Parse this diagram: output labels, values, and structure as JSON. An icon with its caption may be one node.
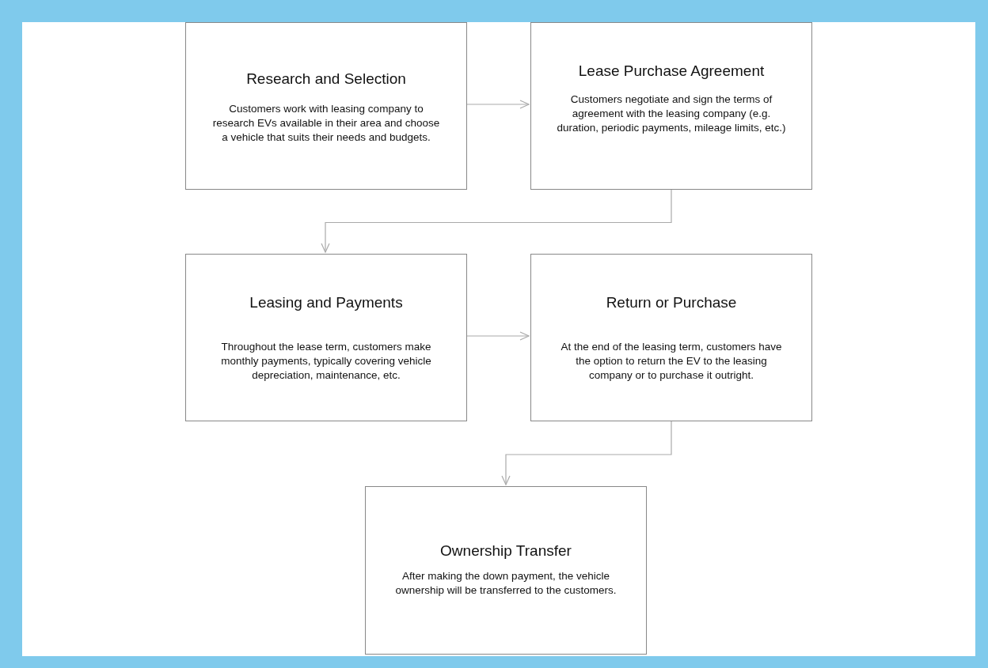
{
  "diagram": {
    "nodes": [
      {
        "text": [
          "Research and Selection",
          "Customers work with leasing company to research EVs available in their area and choose a vehicle that suits their needs and budgets."
        ]
      },
      {
        "text": [
          "Lease Purchase Agreement",
          "Customers negotiate and sign the terms of agreement with the leasing company (e.g. duration, periodic payments, mileage limits, etc.)"
        ]
      },
      {
        "text": [
          "Leasing and Payments",
          "Throughout the lease term, customers make monthly payments, typically covering vehicle depreciation, maintenance, etc."
        ]
      },
      {
        "text": [
          "Return or Purchase",
          "At the end of the leasing term, customers have the option to return the EV to the leasing company or to purchase it outright."
        ]
      },
      {
        "text": [
          "Ownership Transfer",
          "After making the down payment, the vehicle ownership will be transferred to the customers."
        ]
      }
    ],
    "edges": [
      {
        "from": 0,
        "to": 1,
        "arrow": "to"
      },
      {
        "from": 1,
        "to": 2,
        "arrow": "to"
      },
      {
        "from": 2,
        "to": 3,
        "arrow": "to"
      },
      {
        "from": 3,
        "to": 4,
        "arrow": "to"
      }
    ]
  }
}
